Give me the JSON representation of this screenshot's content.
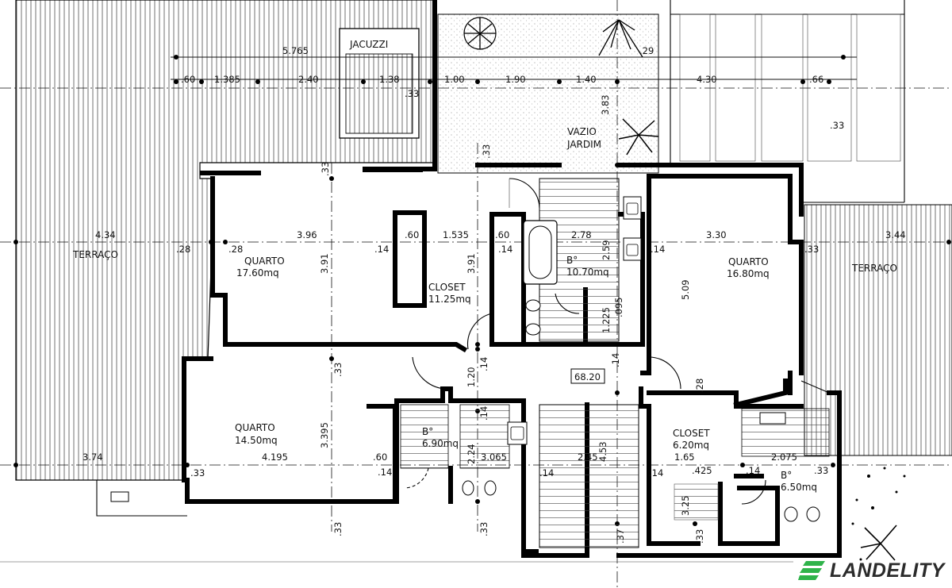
{
  "rooms": {
    "jacuzzi": "JACUZZI",
    "vazio_1": "VAZIO",
    "vazio_2": "JARDIM",
    "terraco_left": "TERRAÇO",
    "terraco_right": "TERRAÇO",
    "quarto1_name": "QUARTO",
    "quarto1_area": "17.60mq",
    "closet1_name": "CLOSET",
    "closet1_area": "11.25mq",
    "bath1_name": "B°",
    "bath1_area": "10.70mq",
    "quarto2_name": "QUARTO",
    "quarto2_area": "16.80mq",
    "quarto3_name": "QUARTO",
    "quarto3_area": "14.50mq",
    "bath2_name": "B°",
    "bath2_area": "6.90mq",
    "closet2_name": "CLOSET",
    "closet2_area": "6.20mq",
    "bath3_name": "B°",
    "bath3_area": "6.50mq",
    "total_area": "68.20"
  },
  "dims": {
    "d5765": "5.765",
    "d29": ".29",
    "d60a": ".60",
    "d1385": "1.385",
    "d240": "2.40",
    "d138": "1.38",
    "d100": "1.00",
    "d190": "1.90",
    "d140": "1.40",
    "d430": "4.30",
    "d66": ".66",
    "d33a": ".33",
    "d383": "3.83",
    "d33b": ".33",
    "d33c": ".33",
    "d33d": ".33",
    "d434": "4.34",
    "d28a": ".28",
    "d28b": ".28",
    "d396": "3.96",
    "d391a": "3.91",
    "d14a": ".14",
    "d60b": ".60",
    "d1535": "1.535",
    "d60c": ".60",
    "d391b": "3.91",
    "d14b": ".14",
    "d278": "2.78",
    "d259": "2.59",
    "d14c": ".14",
    "d330": "3.30",
    "d33e": ".33",
    "d344": "3.44",
    "d509": "5.09",
    "d1225": "1.225",
    "d095": ".095",
    "d33f": ".33",
    "d120": "1.20",
    "d14d": ".14",
    "d14e": ".14",
    "d28c": ".28",
    "d3395": "3.395",
    "d374": "3.74",
    "d4195": "4.195",
    "d60d": ".60",
    "d14f": ".14",
    "d33g": ".33",
    "d224": "2.24",
    "d14g": ".14",
    "d3065": "3.065",
    "d14h": ".14",
    "d245": "2.45",
    "d453": "4.53",
    "d14i": ".14",
    "d165": "1.65",
    "d425": ".425",
    "d14j": ".14",
    "d2075": "2.075",
    "d33h": ".33",
    "d325": "3.25",
    "d33i": ".33",
    "d33j": ".33",
    "d37": ".37"
  },
  "brand": {
    "name": "LANDELITY",
    "accent": "#2fb34a"
  }
}
